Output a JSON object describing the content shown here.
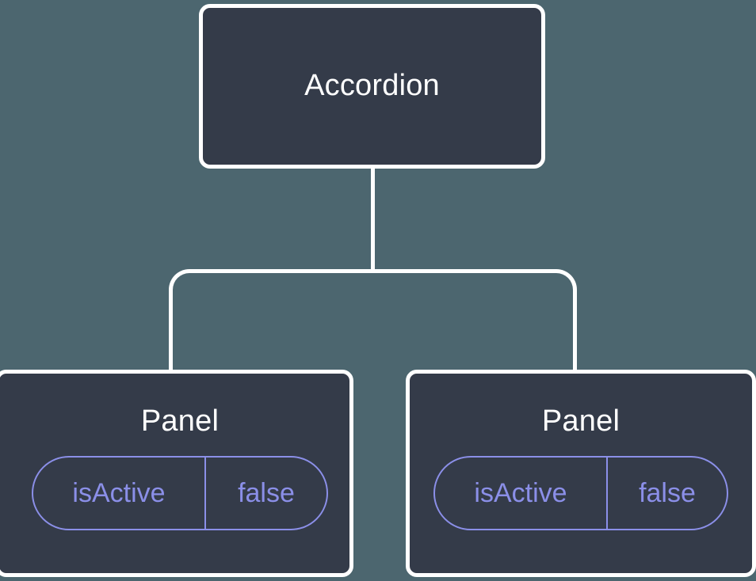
{
  "diagram": {
    "type": "component-tree",
    "background_color": "#4c666f",
    "node_fill_color": "#343b49",
    "node_border_color": "#ffffff",
    "edge_color": "#ffffff",
    "prop_accent_color": "#8b8fe8",
    "title_text_color": "#ffffff",
    "root": {
      "label": "Accordion"
    },
    "children": [
      {
        "label": "Panel",
        "prop": {
          "key": "isActive",
          "value": "false"
        }
      },
      {
        "label": "Panel",
        "prop": {
          "key": "isActive",
          "value": "false"
        }
      }
    ]
  }
}
